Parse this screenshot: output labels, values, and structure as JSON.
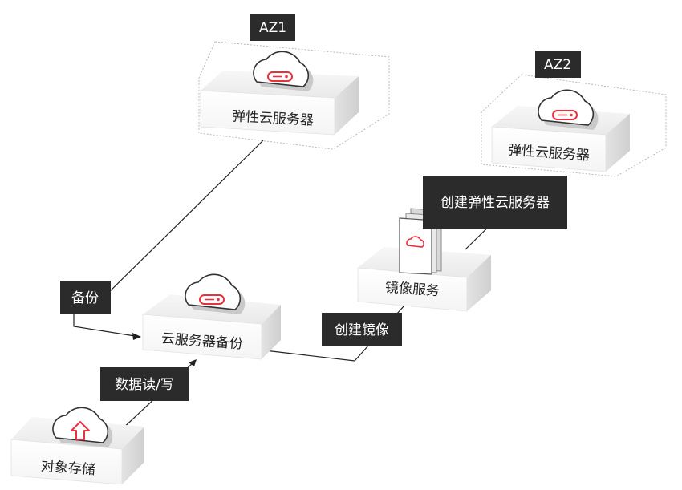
{
  "zones": {
    "az1": "AZ1",
    "az2": "AZ2"
  },
  "nodes": {
    "ecs_az1": "弹性云服务器",
    "ecs_az2": "弹性云服务器",
    "backup": "云服务器备份",
    "image_service": "镜像服务",
    "object_storage": "对象存储"
  },
  "edges": {
    "backup": "备份",
    "create_image": "创建镜像",
    "create_ecs": "创建弹性云服务器",
    "data_rw": "数据读/写"
  },
  "colors": {
    "accent": "#e8313c",
    "tag_bg": "#2b2b2b",
    "line": "#222222",
    "box_front": "#ffffff",
    "box_top": "#f1f1f1",
    "box_side": "#d9d9d9"
  },
  "icons": [
    "cloud-server-icon",
    "cloud-upload-icon",
    "image-document-icon",
    "arrowhead-icon"
  ]
}
